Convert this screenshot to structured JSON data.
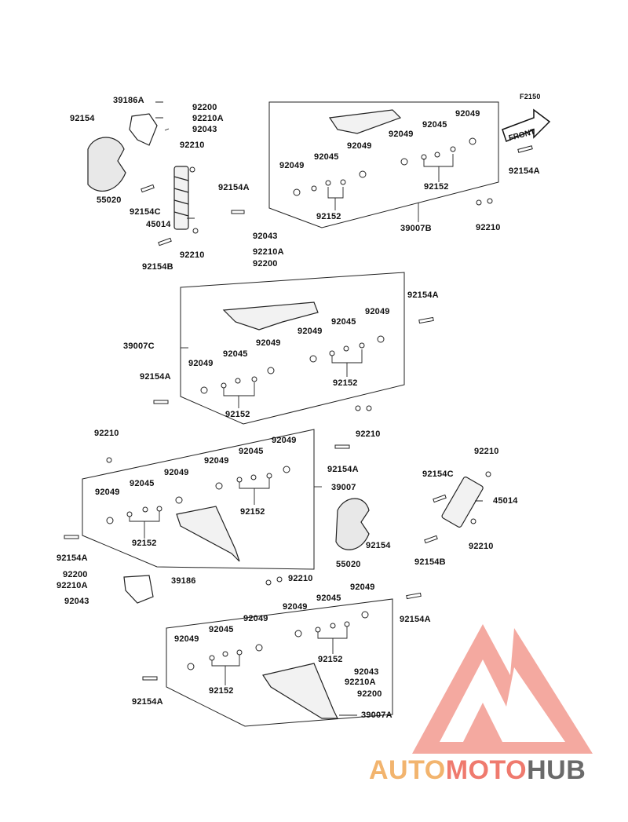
{
  "code": "F2150",
  "front_label": "FRONT",
  "labels": {
    "p39186a": "39186A",
    "p92200_1": "92200",
    "p92210a_1": "92210A",
    "p92043_1": "92043",
    "p92154_1": "92154",
    "p92210_1": "92210",
    "p55020_1": "55020",
    "p92154c_1": "92154C",
    "p45014_1": "45014",
    "p92154b_1": "92154B",
    "p92210_2": "92210",
    "p92154a_1": "92154A",
    "p92043_2": "92043",
    "p92210a_2": "92210A",
    "p92200_2": "92200",
    "b1_92049_1": "92049",
    "b1_92045_1": "92045",
    "b1_92049_2": "92049",
    "b1_92049_3": "92049",
    "b1_92045_2": "92045",
    "b1_92049_4": "92049",
    "b1_92152_1": "92152",
    "b1_92152_2": "92152",
    "b1_39007b": "39007B",
    "p92210_3": "92210",
    "p92154a_2": "92154A",
    "p92154a_3": "92154A",
    "b2_92049_1": "92049",
    "b2_92045_1": "92045",
    "b2_92049_2": "92049",
    "b2_92049_3": "92049",
    "b2_92045_2": "92045",
    "b2_92049_4": "92049",
    "b2_92152_1": "92152",
    "b2_92152_2": "92152",
    "b2_39007c": "39007C",
    "p92154a_4": "92154A",
    "p92210_4": "92210",
    "p92210_5": "92210",
    "b3_92049_1": "92049",
    "b3_92045_1": "92045",
    "b3_92049_2": "92049",
    "b3_92049_3": "92049",
    "b3_92045_2": "92045",
    "b3_92049_4": "92049",
    "b3_92152_1": "92152",
    "b3_92152_2": "92152",
    "b3_39007": "39007",
    "p92154a_5": "92154A",
    "p92210_6": "92210",
    "p92154c_2": "92154C",
    "p45014_2": "45014",
    "p92210_7": "92210",
    "p92154b_2": "92154B",
    "p92154_2": "92154",
    "p55020_2": "55020",
    "p92154a_6": "92154A",
    "p92200_3": "92200",
    "p92210a_3": "92210A",
    "p39186": "39186",
    "p92043_3": "92043",
    "p92210_8": "92210",
    "p92154a_7": "92154A",
    "b4_92049_1": "92049",
    "b4_92045_1": "92045",
    "b4_92049_2": "92049",
    "b4_92049_3": "92049",
    "b4_92045_2": "92045",
    "b4_92049_4": "92049",
    "b4_92152_1": "92152",
    "b4_92152_2": "92152",
    "p92043_4": "92043",
    "p92210a_4": "92210A",
    "p92200_4": "92200",
    "b4_39007a": "39007A",
    "p92154a_8": "92154A"
  },
  "watermark": {
    "part1": "AUTO",
    "part2": "MOTO",
    "part3": "HUB"
  },
  "colors": {
    "logo_red": "#ef7a6e",
    "logo_orange": "#f2b46e",
    "logo_gray": "#6a6a6a",
    "line": "#222222"
  }
}
